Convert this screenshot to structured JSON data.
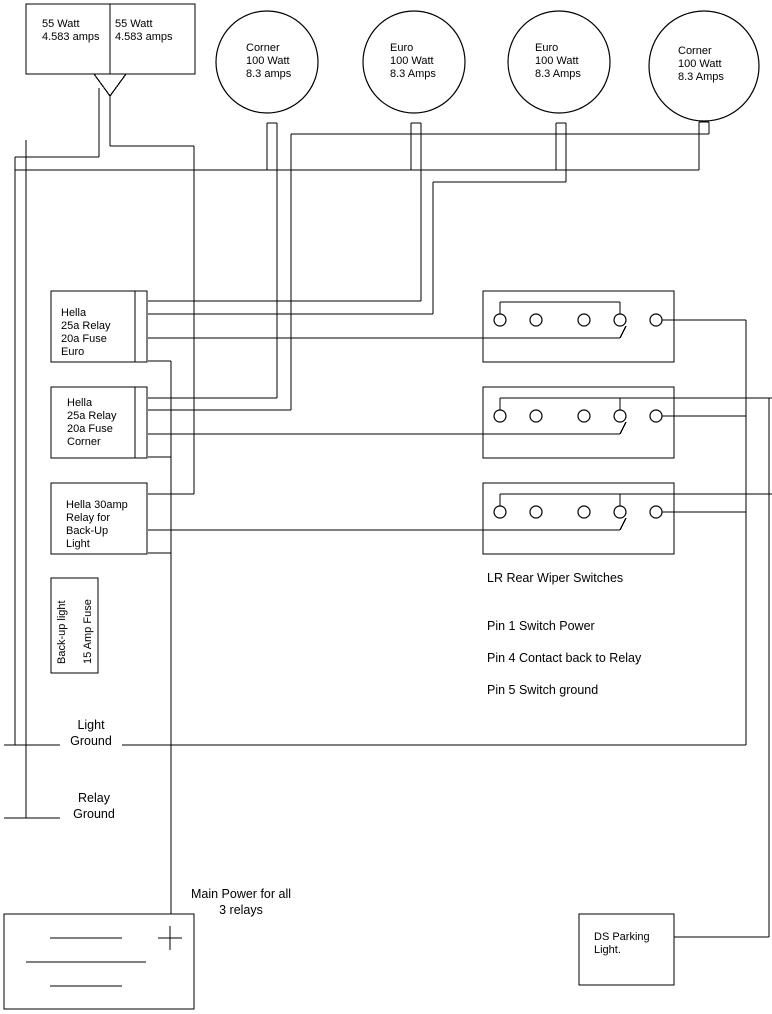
{
  "headlamps": {
    "left": [
      "55 Watt",
      "4.583 amps"
    ],
    "right": [
      "55 Watt",
      "4.583 amps"
    ]
  },
  "aux_lights": [
    [
      "Corner",
      "100 Watt",
      "8.3 amps"
    ],
    [
      "Euro",
      "100 Watt",
      "8.3 Amps"
    ],
    [
      "Euro",
      "100 Watt",
      "8.3 Amps"
    ],
    [
      "Corner",
      "100 Watt",
      "8.3 Amps"
    ]
  ],
  "relays": [
    [
      "Hella",
      "25a Relay",
      "20a Fuse",
      "Euro"
    ],
    [
      "Hella",
      "25a Relay",
      "20a Fuse",
      "Corner"
    ],
    [
      "Hella 30amp",
      "Relay for",
      "Back-Up",
      "Light"
    ]
  ],
  "fuse_box": [
    "Back-up light",
    "15 Amp Fuse"
  ],
  "switches": {
    "caption": "LR Rear Wiper Switches",
    "pin_notes": [
      "Pin 1 Switch Power",
      "Pin 4 Contact back to Relay",
      "Pin 5 Switch ground"
    ]
  },
  "grounds": {
    "light": [
      "Light",
      "Ground"
    ],
    "relay": [
      "Relay",
      "Ground"
    ]
  },
  "power": [
    "Main Power for all",
    "3 relays"
  ],
  "parking": [
    "DS Parking",
    "Light."
  ]
}
